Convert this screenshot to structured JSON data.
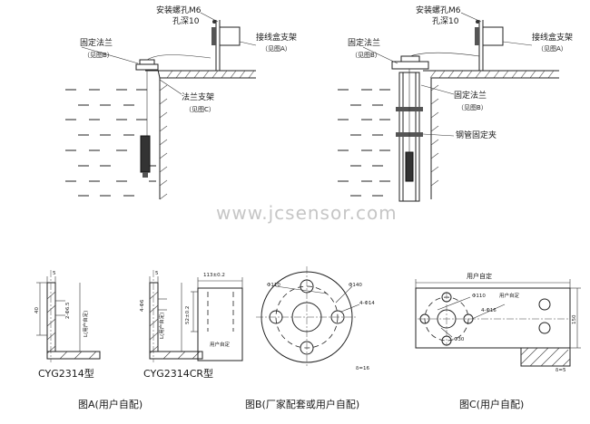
{
  "top_left": {
    "install_hole": "安装螺孔M6",
    "hole_depth": "孔深10",
    "fixed_flange": "固定法兰",
    "see_b": "（见图B）",
    "junction_box_bracket": "接线盒支架",
    "see_a": "（见图A）",
    "flange_bracket": "法兰支架",
    "see_c": "（见图C）"
  },
  "top_right": {
    "install_hole": "安装螺孔M6",
    "hole_depth": "孔深10",
    "fixed_flange": "固定法兰",
    "see_b": "（见图B）",
    "junction_box_bracket": "接线盒支架",
    "see_a": "（见图A）",
    "fixed_flange_2": "固定法兰",
    "see_b_2": "（见图B）",
    "steel_pipe_clamp": "钢管固定夹"
  },
  "watermark": "www.jcsensor.com",
  "fig_a": {
    "left_model": "CYG2314型",
    "right_model": "CYG2314CR型",
    "dim_5": "5",
    "dim_40": "40",
    "dim_hole": "2-Φ6.5",
    "user_defined_l": "L(用户自定)",
    "dim_5_b": "5",
    "dim_hole_b": "4-Φ6",
    "user_defined_l_b": "L(用户自定)",
    "caption": "图A(用户自配)"
  },
  "fig_b": {
    "dim_width": "113±0.2",
    "dim_height": "52±0.2",
    "user_defined": "用户自定",
    "dim_110": "Φ110",
    "dim_140": "Φ140",
    "dim_holes": "4-Φ14",
    "dim_thickness": "δ=16",
    "caption": "图B(厂家配套或用户自配)"
  },
  "fig_c": {
    "user_defined": "用户自定",
    "dim_110": "Φ110",
    "user_defined_2": "用户自定",
    "dim_holes": "4-Φ16",
    "dim_30": "Φ30",
    "dim_150": "150",
    "dim_thickness": "δ=5",
    "caption": "图C(用户自配)"
  }
}
